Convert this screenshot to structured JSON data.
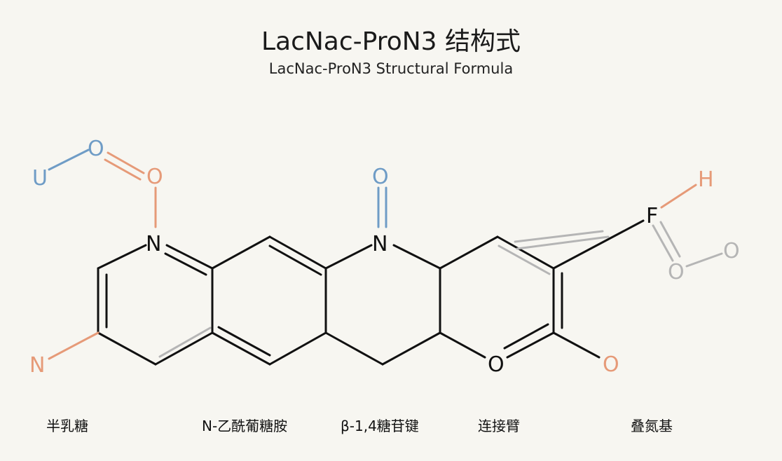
{
  "header": {
    "title": "LacNac-ProN3 结构式",
    "subtitle": "LacNac-ProN3 Structural Formula"
  },
  "atoms": {
    "u_left": "U",
    "o_top_left": "O",
    "o_above_n1": "O",
    "n1": "N",
    "o_above_n2": "O",
    "n2": "N",
    "h_right": "H",
    "f_right": "F",
    "o_right_pair_a": "O",
    "o_right_pair_b": "O",
    "n_bottom_left": "N",
    "o_ring": "O",
    "o_bottom_right": "O"
  },
  "labels": [
    "半乳糖",
    "N-乙酰葡糖胺",
    "β-1,4糖苷键",
    "连接臂",
    "叠氮基"
  ],
  "colors": {
    "bond": "#111111",
    "orange": "#e69a78",
    "blue": "#6f9cc6",
    "gray": "#b5b5b5"
  }
}
